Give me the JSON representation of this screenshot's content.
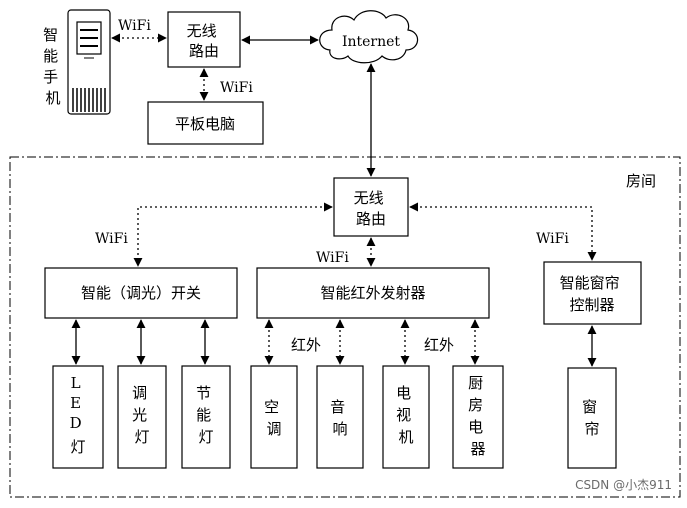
{
  "phone": {
    "label_chars": [
      "智",
      "能",
      "手",
      "机"
    ]
  },
  "router_top": {
    "lines": [
      "无线",
      "路由"
    ]
  },
  "internet": {
    "label": "Internet"
  },
  "tablet": {
    "label": "平板电脑"
  },
  "room": {
    "label": "房间"
  },
  "router_room": {
    "lines": [
      "无线",
      "路由"
    ]
  },
  "wifi_labels": [
    "WiFi",
    "WiFi",
    "WiFi",
    "WiFi",
    "WiFi"
  ],
  "ir_labels": [
    "红外",
    "红外"
  ],
  "switch": {
    "label": "智能（调光）开关"
  },
  "ir_emitter": {
    "label": "智能红外发射器"
  },
  "curtain_ctrl": {
    "lines": [
      "智能窗帘",
      "控制器"
    ]
  },
  "devices": [
    {
      "chars": [
        "L",
        "E",
        "D",
        "灯"
      ]
    },
    {
      "chars": [
        "调",
        "光",
        "灯"
      ]
    },
    {
      "chars": [
        "节",
        "能",
        "灯"
      ]
    },
    {
      "chars": [
        "空",
        "调"
      ]
    },
    {
      "chars": [
        "音",
        "响"
      ]
    },
    {
      "chars": [
        "电",
        "视",
        "机"
      ]
    },
    {
      "chars": [
        "厨",
        "房",
        "电",
        "器"
      ]
    },
    {
      "chars": [
        "窗",
        "帘"
      ]
    }
  ],
  "watermark": "CSDN @小杰911"
}
